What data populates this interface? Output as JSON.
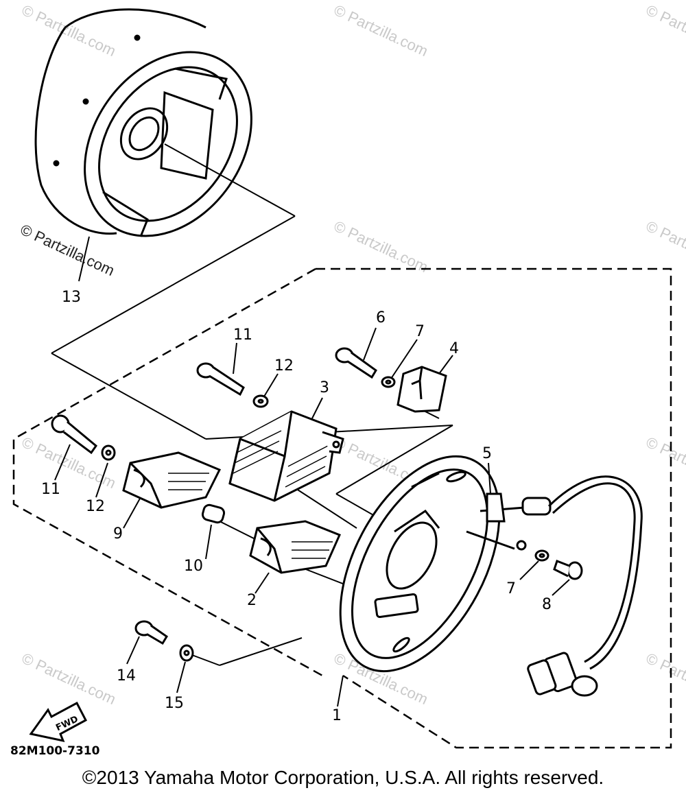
{
  "diagram": {
    "part_code": "82M100-7310",
    "fwd_label": "FWD",
    "copyright": "©2013 Yamaha Motor Corporation, U.S.A. All rights reserved.",
    "watermark": "© Partzilla.com",
    "callouts": {
      "c1": "1",
      "c2": "2",
      "c3": "3",
      "c4": "4",
      "c5": "5",
      "c6": "6",
      "c7a": "7",
      "c7b": "7",
      "c8": "8",
      "c9": "9",
      "c10": "10",
      "c11a": "11",
      "c11b": "11",
      "c12a": "12",
      "c12b": "12",
      "c13": "13",
      "c14": "14",
      "c15": "15"
    }
  }
}
